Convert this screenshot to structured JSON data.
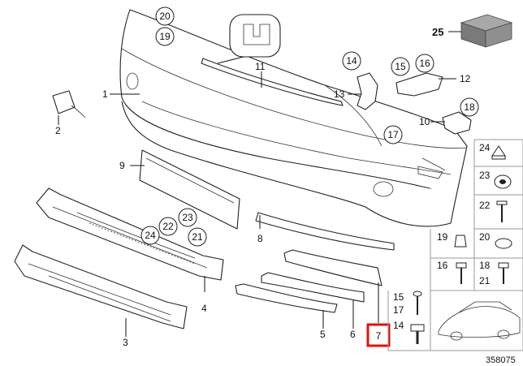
{
  "callouts": {
    "c20": "20",
    "c19": "19",
    "c14": "14",
    "c15": "15",
    "c16": "16",
    "c18": "18",
    "c17": "17",
    "c22": "22",
    "c23": "23",
    "c24": "24",
    "c21": "21"
  },
  "labels": {
    "l1": "1",
    "l2": "2",
    "l3": "3",
    "l4": "4",
    "l5": "5",
    "l6": "6",
    "l8": "8",
    "l9": "9",
    "l10": "10",
    "l11": "11",
    "l12": "12",
    "l13": "13",
    "l25": "25",
    "l7": "7"
  },
  "grid": {
    "g24": "24",
    "g23": "23",
    "g22": "22",
    "g19": "19",
    "g20": "20",
    "g16": "16",
    "g18": "18",
    "g21": "21",
    "g15": "15",
    "g17": "17",
    "g14": "14"
  },
  "doc_number": "358075",
  "highlight_color": "#e01010"
}
